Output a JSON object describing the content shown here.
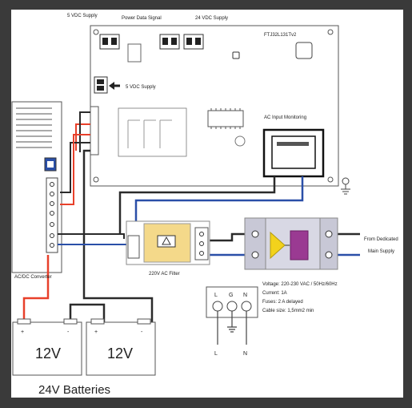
{
  "labels": {
    "vdc5_top": "5 VDC Supply",
    "power_data_signal": "Power Data Signal",
    "vdc24_top": "24 VDC Supply",
    "board_id": "FTJ32L131Tv2",
    "vdc5_side": "5 VDC Supply",
    "ac_input_monitoring": "AC  Input Monitoring",
    "ac_dc_converter": "AC/DC Converter",
    "ac_filter": "220V AC Filter",
    "from_dedicated": "From Dedicated",
    "main_supply": "Main Supply",
    "spec_voltage": "Voltage: 220-230 VAC / 50Hz/60Hz",
    "spec_current": "Current: 1A",
    "spec_fuses": "Fuses: 2 A delayed",
    "spec_cable": "Cable size: 1,5mm2 min",
    "socket_l": "L",
    "socket_g": "G",
    "socket_n": "N",
    "bottom_l": "L",
    "bottom_n": "N",
    "battery_left": "12V",
    "battery_right": "12V",
    "batteries_title": "24V Batteries",
    "plus": "+",
    "minus": "-"
  },
  "colors": {
    "frame": "#3a3a3a",
    "paper": "#ffffff",
    "wire_red": "#e8402a",
    "wire_blue": "#2a4fa8",
    "wire_black": "#2b2b2b",
    "wire_gray": "#8a8a8a",
    "filter_yellow": "#f4d98a",
    "breaker_gray": "#d8d8e4",
    "fuse_yellow": "#f2d21c",
    "fuse_purple": "#9a3a92"
  },
  "icons": [
    "ground-icon",
    "plug-socket-icon",
    "terminal-block-icon"
  ]
}
